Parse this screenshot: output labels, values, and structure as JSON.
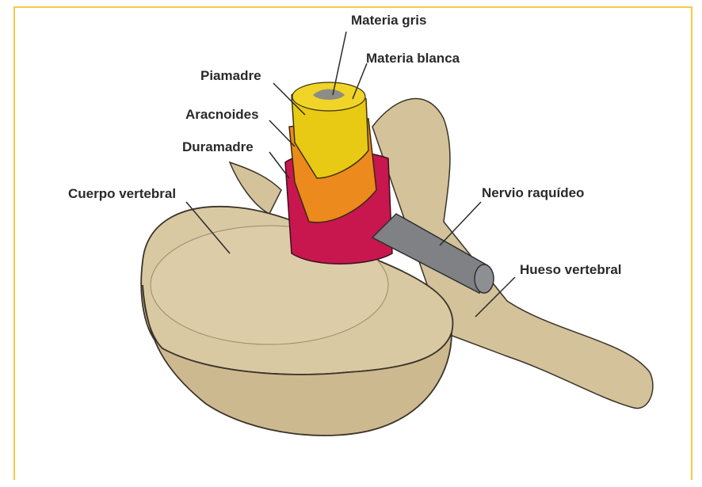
{
  "labels": {
    "materia_gris": "Materia gris",
    "materia_blanca": "Materia blanca",
    "piamadre": "Piamadre",
    "aracnoides": "Aracnoides",
    "duramadre": "Duramadre",
    "cuerpo_vertebral": "Cuerpo vertebral",
    "nervio_raquideo": "Nervio raquídeo",
    "hueso_vertebral": "Hueso vertebral"
  },
  "colors": {
    "frame": "#f7c948",
    "bone": "#d9c9a3",
    "bone_dark": "#b9a57c",
    "gray_matter": "#8e8c86",
    "white_matter": "#e8c913",
    "pia": "#f2b81a",
    "arachnoid": "#ec8a1d",
    "dura": "#c8164f",
    "nerve": "#7f8184"
  }
}
